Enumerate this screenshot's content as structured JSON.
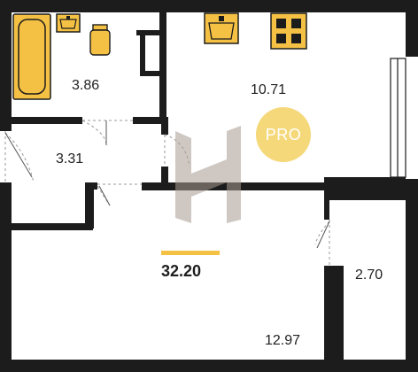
{
  "rooms": {
    "bathroom": {
      "area": "3.86"
    },
    "hallway": {
      "area": "3.31"
    },
    "kitchen": {
      "area": "10.71"
    },
    "living_room": {
      "area": "12.97"
    },
    "balcony": {
      "area": "2.70"
    }
  },
  "total_area": "32.20",
  "badge": {
    "label": "PRO"
  },
  "logo": {
    "letter": "H"
  },
  "colors": {
    "wall": "#1c1c1c",
    "accent_yellow": "#f5c144",
    "pro_badge": "#f5d87a",
    "door": "#9a9a9a",
    "logo": "#a89c92"
  },
  "icons": [
    "bathtub-icon",
    "washbasin-icon",
    "toilet-icon",
    "kitchen-sink-icon",
    "stove-icon"
  ]
}
